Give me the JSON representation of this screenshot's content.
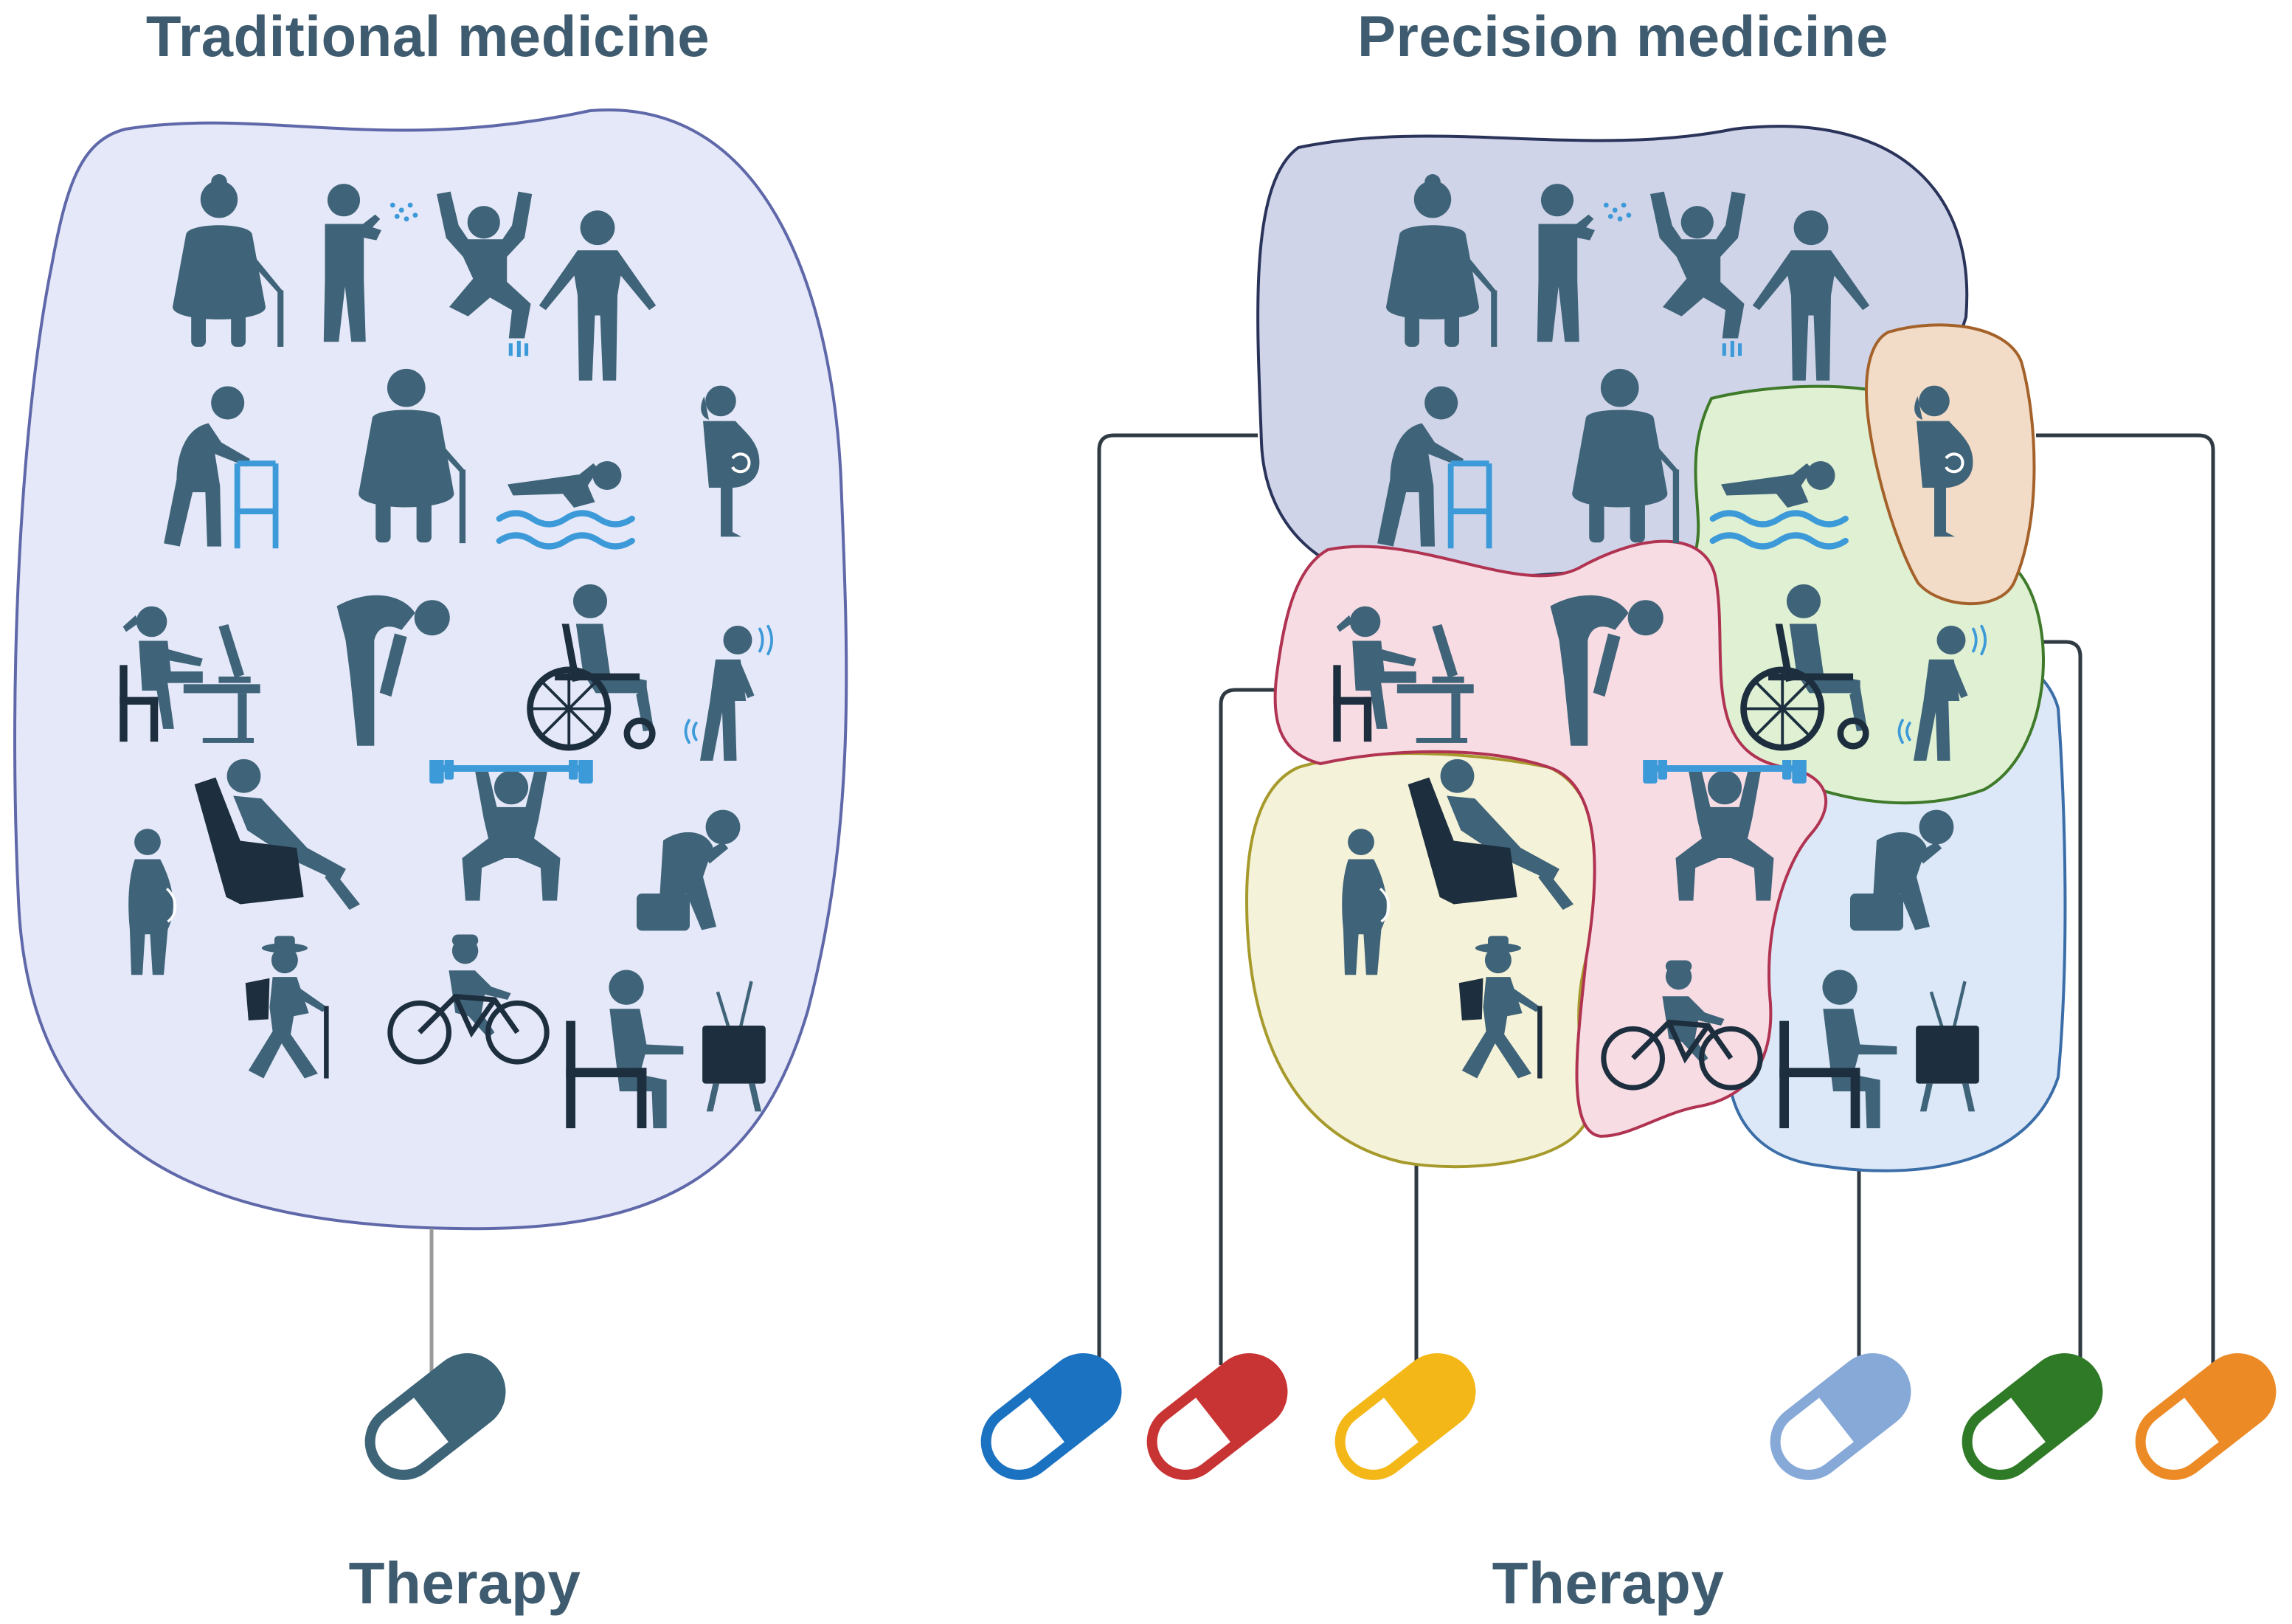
{
  "left_panel": {
    "title": "Traditional medicine",
    "therapy_label": "Therapy",
    "pill_color": "#3e6478",
    "blob_color": "#e4e8f8",
    "blob_stroke": "#5f68a9"
  },
  "right_panel": {
    "title": "Precision medicine",
    "therapy_label": "Therapy",
    "group_colors": {
      "grey_blue": "#cfd4e8",
      "orange": "#f2dcc7",
      "green": "#dff0d3",
      "pink": "#f7dce4",
      "yellow": "#f4f2d8",
      "light_blue": "#dce8f7"
    },
    "pill_colors": [
      "#1b72c0",
      "#c83434",
      "#f4b718",
      "#87a9d8",
      "#2f7a26",
      "#ec8a26"
    ]
  },
  "figure_color": "#3f6378",
  "accent_color": "#3d9ad9",
  "dark_color": "#1d2f3e",
  "icons": [
    "obese-elderly-woman-icon",
    "sneezing-person-icon",
    "jumping-person-icon",
    "standing-person-icon",
    "walker-person-icon",
    "obese-person-cane-icon",
    "swimmer-icon",
    "pregnant-woman-icon",
    "desk-worker-icon",
    "bent-over-person-icon",
    "wheelchair-user-icon",
    "trembling-person-icon",
    "overweight-standing-person-icon",
    "recliner-sitting-person-icon",
    "weightlifter-icon",
    "distressed-sitting-person-icon",
    "hiker-icon",
    "cyclist-icon",
    "seated-person-icon",
    "tv-icon"
  ]
}
